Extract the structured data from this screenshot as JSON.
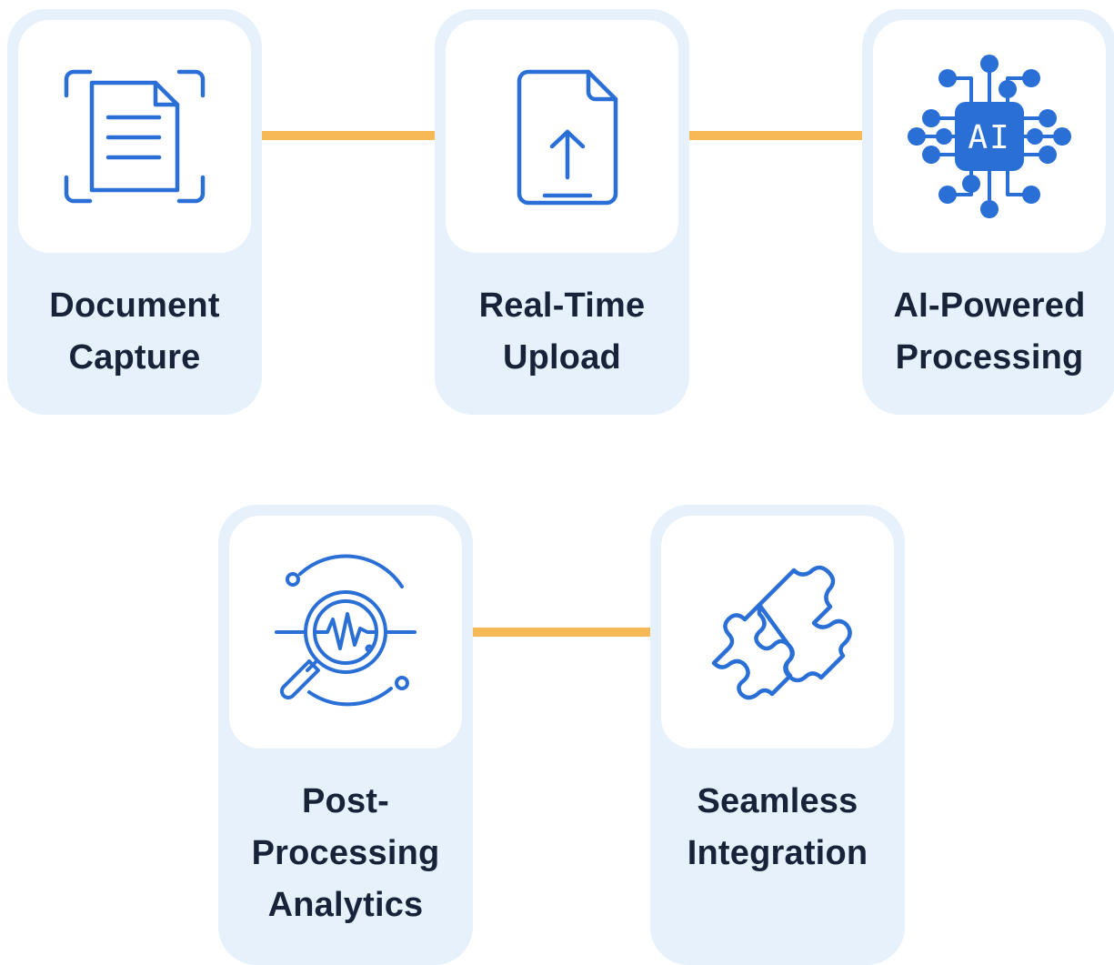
{
  "colors": {
    "card_background": "#e6f1fc",
    "icon_background": "#ffffff",
    "icon_stroke": "#2a6fd6",
    "connector": "#f6b955",
    "label_text": "#18233a"
  },
  "steps": [
    {
      "icon": "document-scan-icon",
      "label_lines": [
        "Document",
        "Capture"
      ]
    },
    {
      "icon": "file-upload-icon",
      "label_lines": [
        "Real-Time",
        "Upload"
      ]
    },
    {
      "icon": "ai-chip-icon",
      "icon_text": "AI",
      "label_lines": [
        "AI-Powered",
        "Processing"
      ]
    },
    {
      "icon": "analytics-magnifier-icon",
      "label_lines": [
        "Post-",
        "Processing",
        "Analytics"
      ]
    },
    {
      "icon": "puzzle-pieces-icon",
      "label_lines": [
        "Seamless",
        "Integration"
      ]
    }
  ],
  "connections": [
    {
      "from": 0,
      "to": 1
    },
    {
      "from": 1,
      "to": 2
    },
    {
      "from": 3,
      "to": 4
    }
  ]
}
